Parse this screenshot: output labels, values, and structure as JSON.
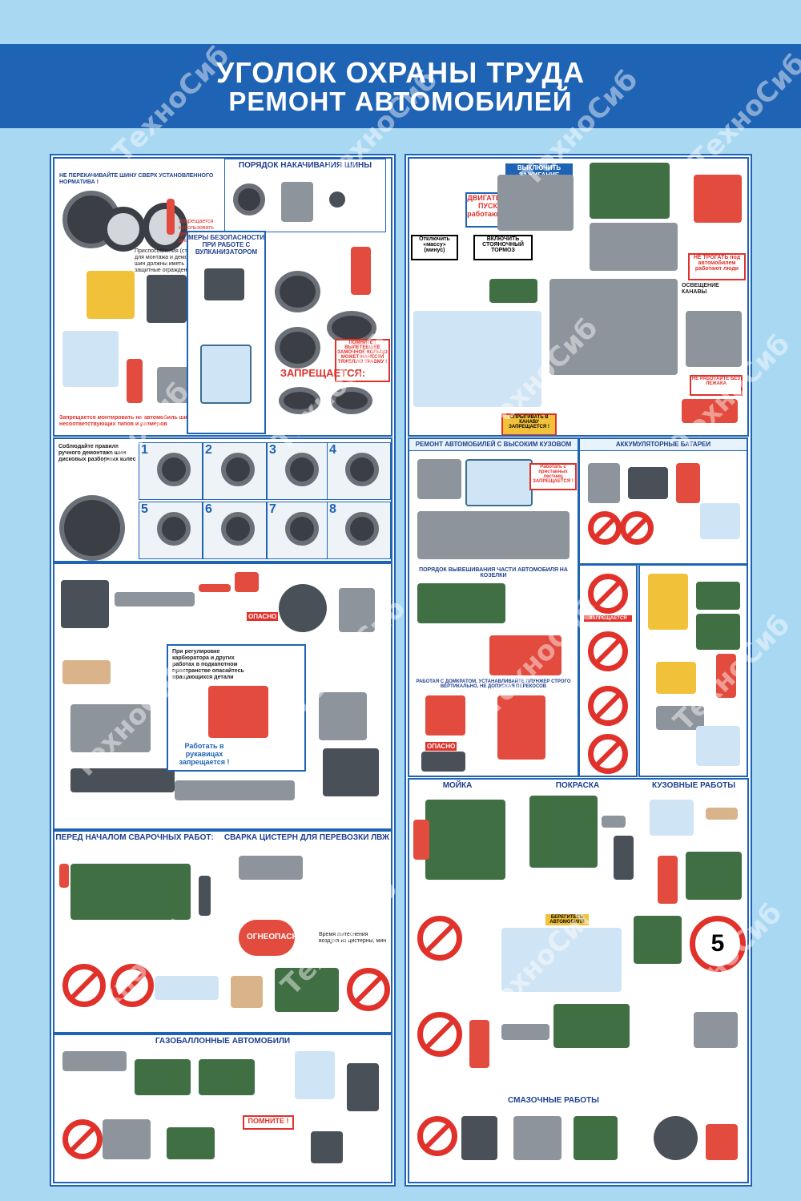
{
  "header": {
    "title_line1": "УГОЛОК ОХРАНЫ ТРУДА",
    "title_line2": "РЕМОНТ АВТОМОБИЛЕЙ"
  },
  "watermark_text": "ТехноСиб",
  "left_panel": {
    "tires": {
      "sections": {
        "inflation": "ПОРЯДОК НАКАЧИВАНИЯ ШИНЫ",
        "vulcanizer": "МЕРЫ БЕЗОПАСНОСТИ ПРИ РАБОТЕ С ВУЛКАНИЗАТОРОМ"
      },
      "top_warning": "НЕ ПЕРЕКАЧИВАЙТЕ ШИНУ СВЕРХ УСТАНОВЛЕННОГО НОРМАТИВА !",
      "forbidden_heading": "ЗАПРЕЩАЕТСЯ:",
      "remember_box": "ПОМНИТЕ ! ВЫЛЕТЕВШЕЕ ЗАМОЧНОЕ КОЛЬЦО МОЖЕТ НАНЕСТИ ТЯЖЕЛУЮ ТРАВМУ !",
      "mount_forbidden": "Запрещается монтировать на автомобиль шины несоответствующих типов и размеров",
      "fixture_note": "Приспособления (стенды) для монтажа и демонтажа шин должны иметь защитные ограждения",
      "forbidden_use": "Запрещается использовать деформированные диски"
    },
    "manual_demount": {
      "intro": "Соблюдайте правила ручного демонтажа шин дисковых разборных колес",
      "steps": [
        "1",
        "2",
        "3",
        "4",
        "5",
        "6",
        "7",
        "8"
      ]
    },
    "tools": {
      "danger_label": "ОПАСНО",
      "carburetor_note": "При регулировке карбюратора и других работах в подкапотном пространстве опасайтесь вращающихся детали",
      "gloves_warning": "Работать в рукавицах запрещается !"
    },
    "welding": {
      "title_left": "ПЕРЕД НАЧАЛОМ СВАРОЧНЫХ РАБОТ:",
      "title_right": "СВАРКА ЦИСТЕРН ДЛЯ ПЕРЕВОЗКИ ЛВЖ",
      "fire_word": "ОГНЕОПАСНО",
      "time_heading": "Время вытеснения воздуха из цистерны, мин"
    },
    "gas": {
      "title": "ГАЗОБАЛЛОННЫЕ АВТОМОБИЛИ",
      "remember": "ПОМНИТЕ !"
    }
  },
  "right_panel": {
    "pit": {
      "no_start": "ДВИГАТЕЛЬ НЕ ПУСКАТЬ работают люди",
      "do_not_touch": "НЕ ТРОГАТЬ под автомобилем работают люди",
      "ignition_off": "ВЫКЛЮЧИТЬ ЗАЖИГАНИЕ",
      "mass_off": "Отключить «массу» (минус)",
      "handbrake": "ВКЛЮЧИТЬ СТОЯНОЧНЫЙ ТОРМОЗ",
      "no_jump": "СПРЫГИВАТЬ В КАНАВУ ЗАПРЕЩАЕТСЯ !",
      "no_creeper": "НЕ РАБОТАЙТЕ БЕЗ ЛЕЖАКА",
      "lamp_note": "ОСВЕЩЕНИЕ КАНАВЫ"
    },
    "high_body": {
      "title": "РЕМОНТ АВТОМОБИЛЕЙ С ВЫСОКИМ КУЗОВОМ",
      "ladder_note": "Работать с приставных лестниц ЗАПРЕЩАЕТСЯ !",
      "hang_order": "ПОРЯДОК ВЫВЕШИВАНИЯ ЧАСТИ АВТОМОБИЛЯ НА КОЗЕЛКИ",
      "jack_note": "РАБОТАЯ С ДОМКРАТОМ, УСТАНАВЛИВАЙТЕ ПЛУНЖЕР СТРОГО ВЕРТИКАЛЬНО, НЕ ДОПУСКАЯ ПЕРЕКОСОВ",
      "danger": "ОПАСНО"
    },
    "battery": {
      "title": "АККУМУЛЯТОРНЫЕ БАТАРЕИ",
      "forbidden": "ЗАПРЕЩАЕТСЯ"
    },
    "bottom": {
      "wash": "МОЙКА",
      "paint": "ПОКРАСКА",
      "body": "КУЗОВНЫЕ РАБОТЫ",
      "lube": "СМАЗОЧНЫЕ РАБОТЫ",
      "speed_limit": "5",
      "careful_sign": "БЕРЕГИТЕСЬ АВТОМОБИЛЯ"
    }
  }
}
